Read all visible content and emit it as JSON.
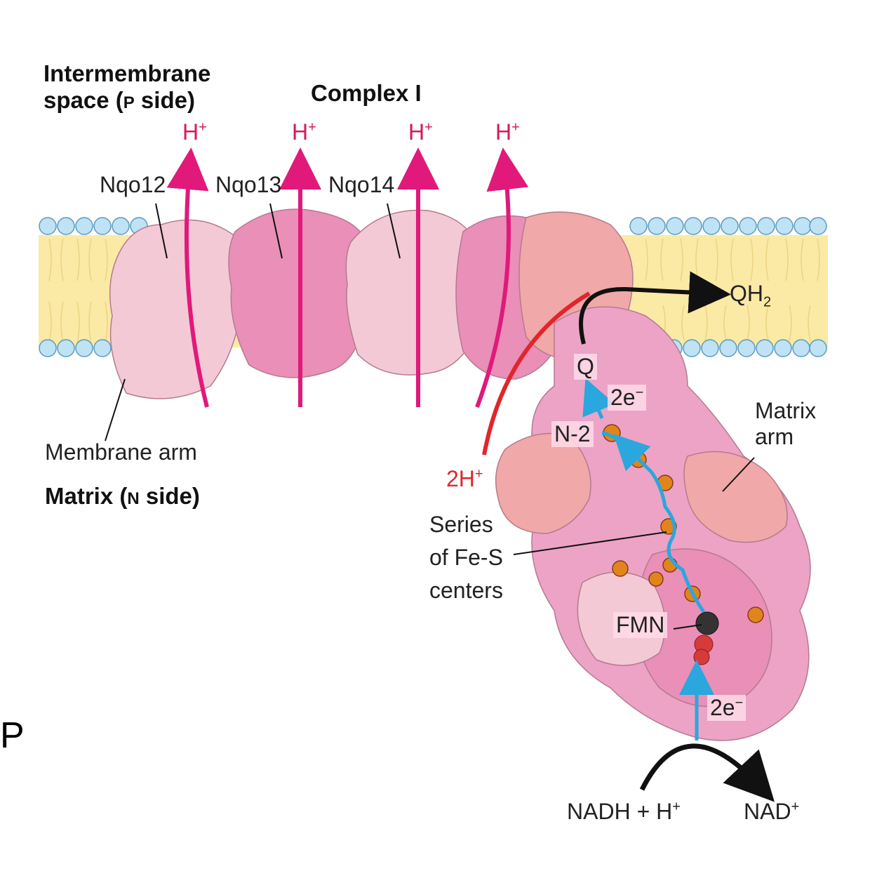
{
  "figure": {
    "intermembrane_line1": "Intermembrane",
    "intermembrane_line2a": "space (",
    "intermembrane_p": "P",
    "intermembrane_line2b": " side)",
    "complex_title": "Complex I",
    "proton": "H",
    "plus": "+",
    "subunit_1": "Nqo12",
    "subunit_2": "Nqo13",
    "subunit_3": "Nqo14",
    "membrane_arm": "Membrane arm",
    "matrix_side_a": "Matrix (",
    "matrix_side_n": "N",
    "matrix_side_b": " side)",
    "qh2_q": "QH",
    "qh2_sub": "2",
    "q_site": "Q",
    "two_e": "2e",
    "minus": "−",
    "n2": "N-2",
    "matrix_arm_1": "Matrix",
    "matrix_arm_2": "arm",
    "two_h_a": "2H",
    "fes_1": "Series",
    "fes_2": "of Fe-S",
    "fes_3": "centers",
    "fmn": "FMN",
    "nadh": "NADH + H",
    "nad": "NAD",
    "corner_letter": "P"
  },
  "colors": {
    "proton_arrow": "#e0197a",
    "red_arrow": "#e0262c",
    "electron_path": "#2aa7dd",
    "membrane_fill": "#fbe9a6",
    "headgroup": "#bfe2f5",
    "protein_light": "#f3c9d6",
    "protein_mid": "#e98fb8",
    "protein_salmon": "#f0a8a8"
  }
}
